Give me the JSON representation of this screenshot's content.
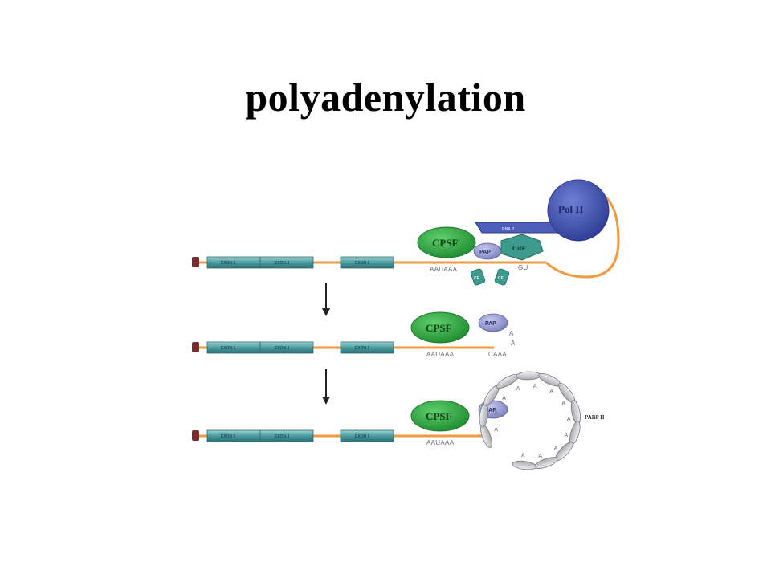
{
  "title": "polyadenylation",
  "diagram": {
    "exons": [
      "EXON 1",
      "EXON 2",
      "EXON 3"
    ],
    "rows": [
      {
        "stage": "cleavage-complex",
        "signal": "AAUAAA",
        "downstream": "GU",
        "proteins": [
          "CPSF",
          "PAP",
          "CstF",
          "Pol II",
          "RNA P"
        ],
        "small_proteins": [
          "CF",
          "CF"
        ]
      },
      {
        "stage": "cleavage",
        "signal": "AAUAAA",
        "tail": "CAAA",
        "tail_letters": [
          "A",
          "A"
        ],
        "proteins": [
          "CPSF",
          "PAP"
        ]
      },
      {
        "stage": "poly-a-tail",
        "signal": "AAUAAA",
        "proteins": [
          "CPSF",
          "PAP"
        ],
        "binding_protein": "PABP II",
        "tail_letter": "A"
      }
    ],
    "colors": {
      "exon": "#4a9ca0",
      "rna": "#f19a3e",
      "cpsf": "#2e9d3f",
      "pap": "#9093c9",
      "cstf": "#3d9b8e",
      "pol2": "#4452a8",
      "cap": "#7a2a30",
      "pabp": "#cfcfd3"
    }
  }
}
